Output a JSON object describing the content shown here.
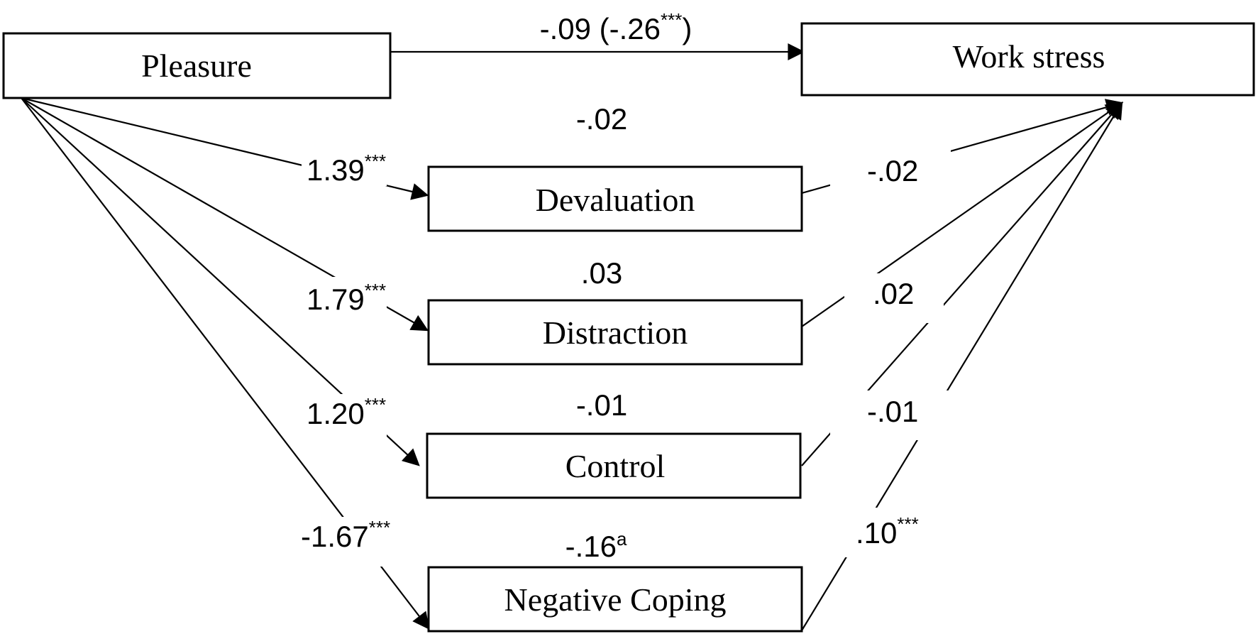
{
  "nodes": {
    "pleasure": "Pleasure",
    "work_stress": "Work stress",
    "devaluation": "Devaluation",
    "distraction": "Distraction",
    "control": "Control",
    "negative_coping": "Negative Coping"
  },
  "direct_path": {
    "value": "-.09 (-.26",
    "sig": "***",
    "close": ")"
  },
  "indirect_effects": {
    "devaluation": {
      "value": "-.02"
    },
    "distraction": {
      "value": ".03"
    },
    "control": {
      "value": "-.01"
    },
    "negative_coping": {
      "value": "-.16",
      "sig": "a"
    }
  },
  "a_paths": {
    "devaluation": {
      "value": "1.39",
      "sig": "***"
    },
    "distraction": {
      "value": "1.79",
      "sig": "***"
    },
    "control": {
      "value": "1.20",
      "sig": "***"
    },
    "negative_coping": {
      "value": "-1.67",
      "sig": "***"
    }
  },
  "b_paths": {
    "devaluation": {
      "value": "-.02"
    },
    "distraction": {
      "value": ".02"
    },
    "control": {
      "value": "-.01"
    },
    "negative_coping": {
      "value": ".10",
      "sig": "***"
    }
  }
}
